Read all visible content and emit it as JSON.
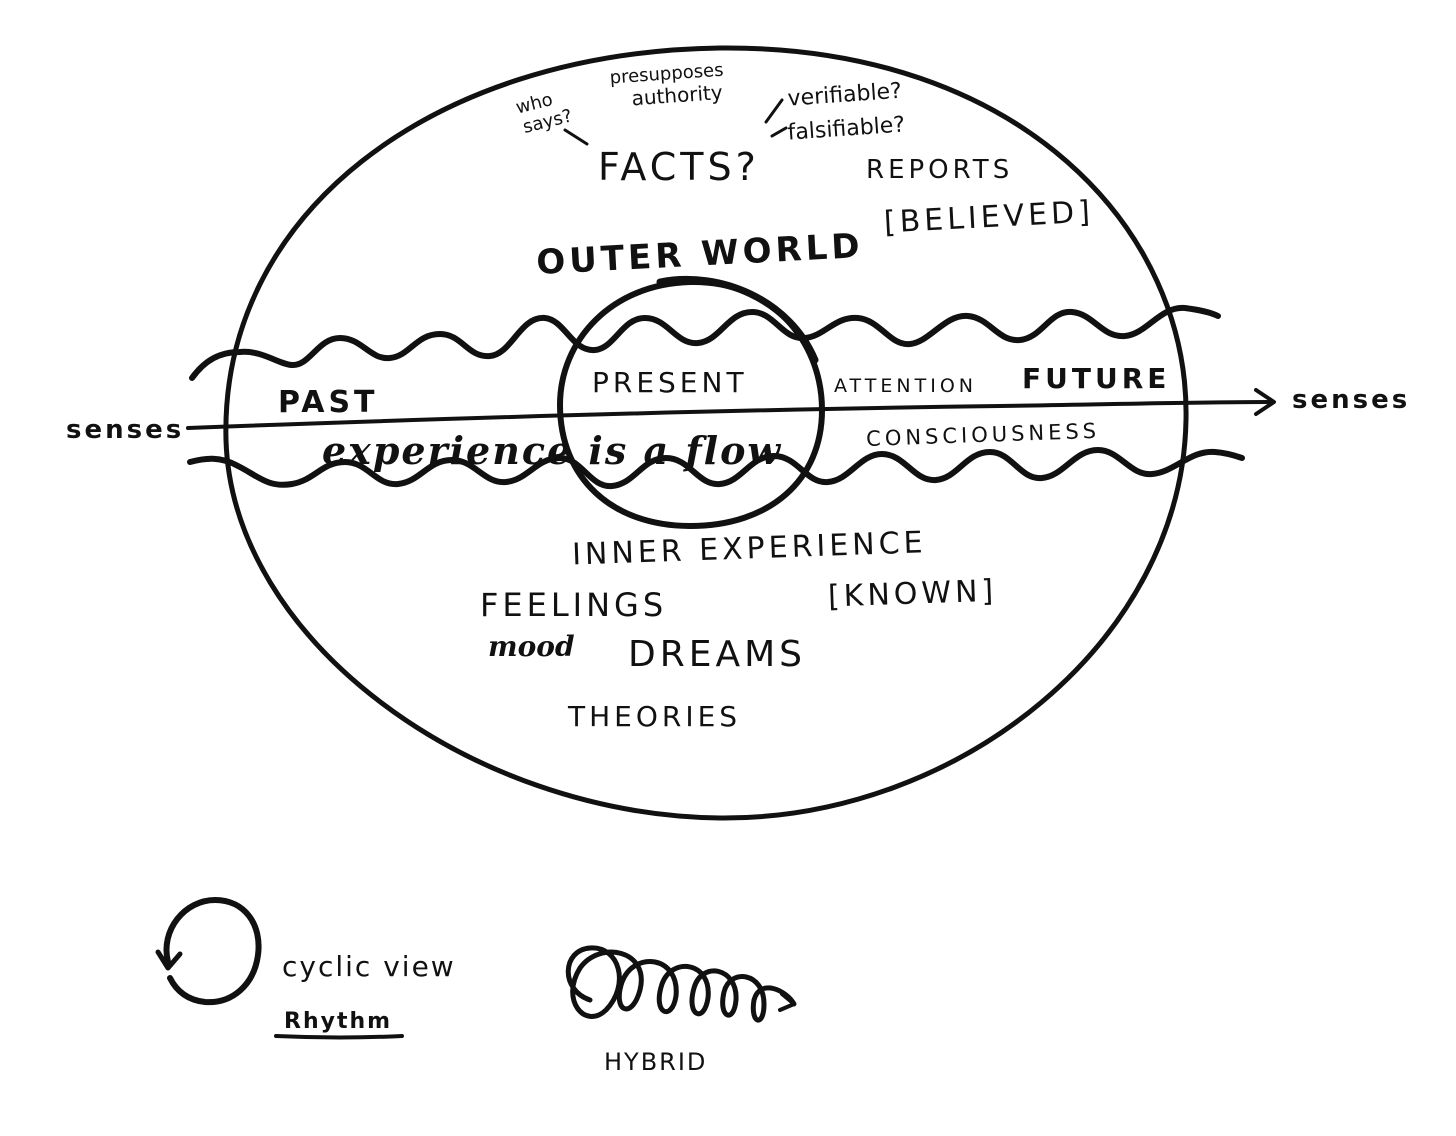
{
  "diagram": {
    "top_notes": {
      "who_says": [
        "who",
        "says?"
      ],
      "presupposes": "presupposes",
      "authority": "authority",
      "verifiable": "verifiable?",
      "falsifiable": "falsifiable?"
    },
    "facts": "FACTS?",
    "reports": "REPORTS",
    "believed": "[BELIEVED]",
    "outer_world": "OUTER WORLD",
    "past": "PAST",
    "present": "PRESENT",
    "attention": "ATTENTION",
    "future": "FUTURE",
    "senses_left": "senses",
    "senses_right": "senses",
    "flow_phrase": "experience is a flow",
    "consciousness": "CONSCIOUSNESS",
    "inner_experience": "INNER EXPERIENCE",
    "known": "[KNOWN]",
    "feelings": "FEELINGS",
    "mood": "mood",
    "dreams": "DREAMS",
    "theories": "THEORIES"
  },
  "legend": {
    "cyclic_view": "cyclic view",
    "rhythm": "Rhythm",
    "hybrid": "HYBRID"
  },
  "ink_color": "#111111"
}
